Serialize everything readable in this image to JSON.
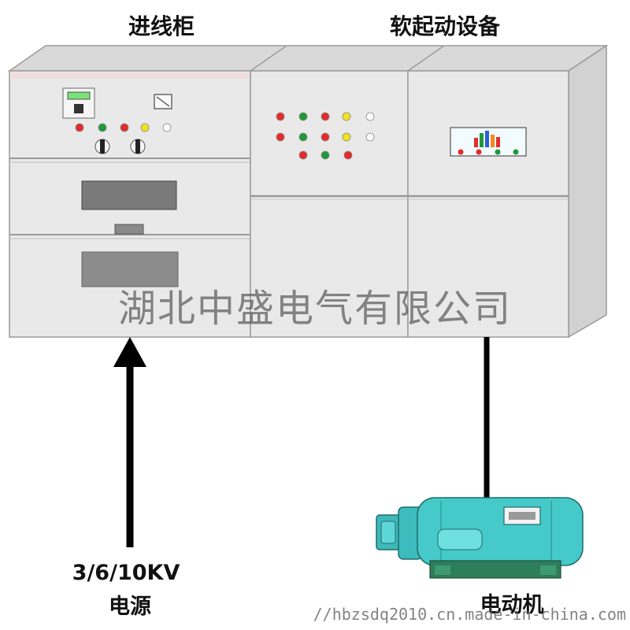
{
  "labels": {
    "incoming_cabinet": "进线柜",
    "soft_start_equipment": "软起动设备",
    "supply_voltage": "3/6/10KV",
    "power_supply": "电源",
    "motor": "电动机"
  },
  "watermark": {
    "company": "湖北中盛电气有限公司",
    "url": "//hbzsdq2010.cn.made-in-china.com"
  },
  "colors": {
    "cabinet_face": "#e9e9e9",
    "cabinet_top": "#d9d9d9",
    "cabinet_side": "#d2d2d2",
    "indicator_red": "#e52b2b",
    "indicator_green": "#1f9a3a",
    "indicator_yellow": "#f2e21b",
    "indicator_white": "#ffffff",
    "motor_body": "#46c9c9",
    "motor_base": "#2e7d5b"
  }
}
